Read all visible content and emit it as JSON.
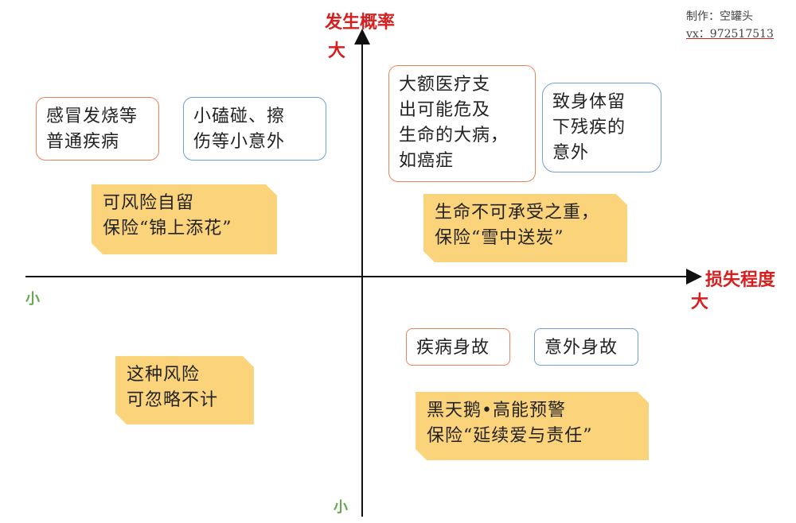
{
  "credit": {
    "author": "制作：空罐头",
    "contact": "vx：972517513"
  },
  "axes": {
    "y_title": "发生概率",
    "y_high": "大",
    "y_low": "小",
    "x_title": "损失程度",
    "x_high": "大",
    "x_low": "小"
  },
  "quadrants": {
    "top_left": {
      "items": [
        "感冒发烧等\n普通疾病",
        "小磕碰、擦\n伤等小意外"
      ],
      "note": "可风险自留\n保险“锦上添花”"
    },
    "top_right": {
      "items": [
        "大额医疗支\n出可能危及\n生命的大病，\n如癌症",
        "致身体留\n下残疾的\n意外"
      ],
      "note": "生命不可承受之重，\n保险“雪中送炭”"
    },
    "bottom_left": {
      "note": "这种风险\n可忽略不计"
    },
    "bottom_right": {
      "items": [
        "疾病身故",
        "意外身故"
      ],
      "note": "黑天鹅•高能预警\n保险“延续爱与责任”"
    }
  },
  "colors": {
    "axis": "#111111",
    "high_label": "#d62020",
    "low_label": "#6aa84f",
    "note_fill": "#fbd37b",
    "orange_border": "#e8845a",
    "blue_border": "#6fa0d8"
  }
}
